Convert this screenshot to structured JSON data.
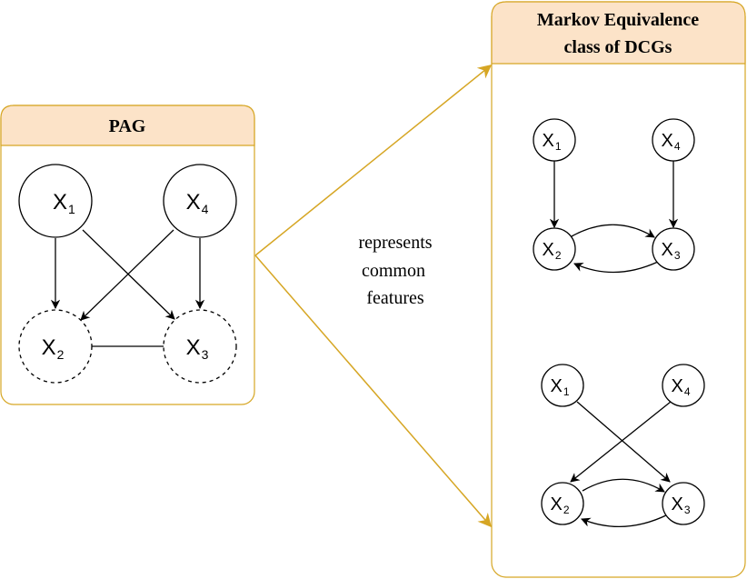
{
  "pag": {
    "title": "PAG",
    "nodes": [
      {
        "var": "X",
        "sub": "1"
      },
      {
        "var": "X",
        "sub": "4"
      },
      {
        "var": "X",
        "sub": "2"
      },
      {
        "var": "X",
        "sub": "3"
      }
    ]
  },
  "connector": {
    "label_lines": [
      "represents",
      "common",
      "features"
    ]
  },
  "mec": {
    "title_lines": [
      "Markov Equivalence",
      "class of DCGs"
    ],
    "graph_a": {
      "nodes": [
        {
          "var": "X",
          "sub": "1"
        },
        {
          "var": "X",
          "sub": "4"
        },
        {
          "var": "X",
          "sub": "2"
        },
        {
          "var": "X",
          "sub": "3"
        }
      ]
    },
    "graph_b": {
      "nodes": [
        {
          "var": "X",
          "sub": "1"
        },
        {
          "var": "X",
          "sub": "4"
        },
        {
          "var": "X",
          "sub": "2"
        },
        {
          "var": "X",
          "sub": "3"
        }
      ]
    }
  },
  "colors": {
    "box_border": "#D6A624",
    "header_fill": "#FCE3C8",
    "arrow": "#D6A624"
  }
}
